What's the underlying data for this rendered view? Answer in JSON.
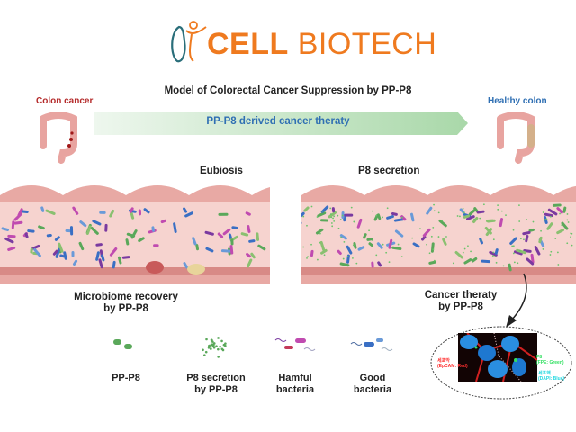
{
  "logo": {
    "brand_bold": "CELL",
    "brand_light": "BIOTECH",
    "orange": "#ef7a1f",
    "teal": "#2a6e7a"
  },
  "title": "Model of Colorectal Cancer Suppression by PP-P8",
  "left_state": "Colon cancer",
  "right_state": "Healthy colon",
  "arrow_label": "PP-P8 derived cancer theraty",
  "panels": {
    "left_heading": "Eubiosis",
    "right_heading": "P8 secretion",
    "left_caption": [
      "Microbiome recovery",
      "by PP-P8"
    ],
    "right_caption": [
      "Cancer theraty",
      "by PP-P8"
    ]
  },
  "legend": [
    {
      "label": [
        "PP-P8"
      ],
      "icon": "pp-p8-bacteria"
    },
    {
      "label": [
        "P8 secretion",
        "by PP-P8"
      ],
      "icon": "p8-secretion-dots"
    },
    {
      "label": [
        "Hamful",
        "bacteria"
      ],
      "icon": "harmful-bacteria"
    },
    {
      "label": [
        "Good",
        "bacteria"
      ],
      "icon": "good-bacteria"
    }
  ],
  "micrograph": {
    "membrane": [
      "세포막",
      "(EpCAM: Red)"
    ],
    "p8": [
      "P8",
      "(FPE: Green)"
    ],
    "nucleus": [
      "세포핵",
      "(DAPI: Blue)"
    ]
  },
  "colors": {
    "tissue": "#e8a9a4",
    "lumen": "#f6d3cf",
    "arrow_start": "#eef7ee",
    "arrow_end": "#a9d8a9",
    "cancer_red": "#b42a2a",
    "healthy_blue": "#2f6fb3"
  }
}
